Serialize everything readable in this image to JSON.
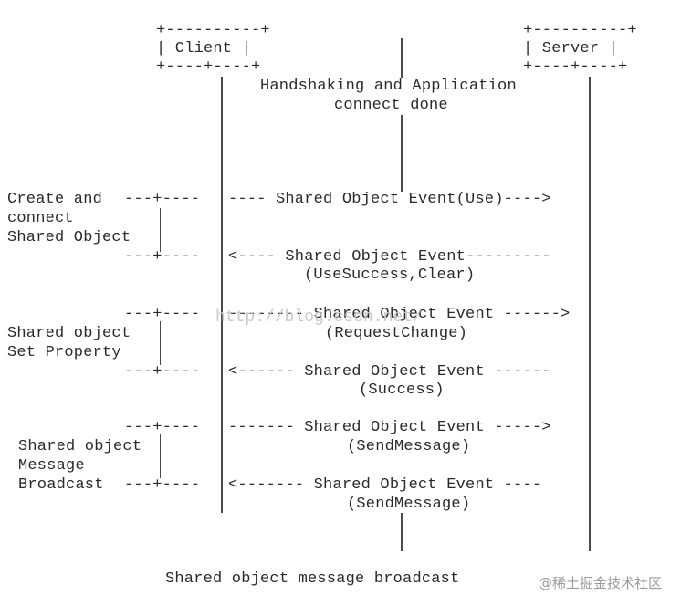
{
  "diagram": {
    "client_box": {
      "top": "+----------+",
      "label": "| Client |",
      "bottom": "+----+----+"
    },
    "server_box": {
      "top": "+----------+",
      "label": "| Server |",
      "bottom": "+----+----+"
    },
    "handshake_note": [
      "Handshaking and Application",
      "connect done"
    ],
    "groups": {
      "create": [
        "Create and",
        "connect",
        "Shared Object"
      ],
      "set_property": [
        "Shared object",
        "Set Property"
      ],
      "broadcast": [
        "Shared object",
        "Message",
        "Broadcast"
      ]
    },
    "side_marks": {
      "m1": "---+----",
      "m2": "---+----",
      "m3": "---+----",
      "m4": "---+----",
      "m5": "---+----",
      "m6": "---+----"
    },
    "messages": {
      "m1": {
        "line": "---- Shared Object Event(Use)---->",
        "sub": ""
      },
      "m2": {
        "line": "<---- Shared Object Event---------",
        "sub": "(UseSuccess,Clear)"
      },
      "m3": {
        "line": "-------- Shared Object Event ------>",
        "sub": "(RequestChange)"
      },
      "m4": {
        "line": "<------ Shared Object Event ------",
        "sub": "(Success)"
      },
      "m5": {
        "line": "------- Shared Object Event ----->",
        "sub": "(SendMessage)"
      },
      "m6": {
        "line": "<------- Shared Object Event ----",
        "sub": "(SendMessage)"
      }
    },
    "caption": "Shared object message broadcast",
    "watermark": "http://blog.csdn.net/",
    "credit": "@稀土掘金技术社区"
  }
}
